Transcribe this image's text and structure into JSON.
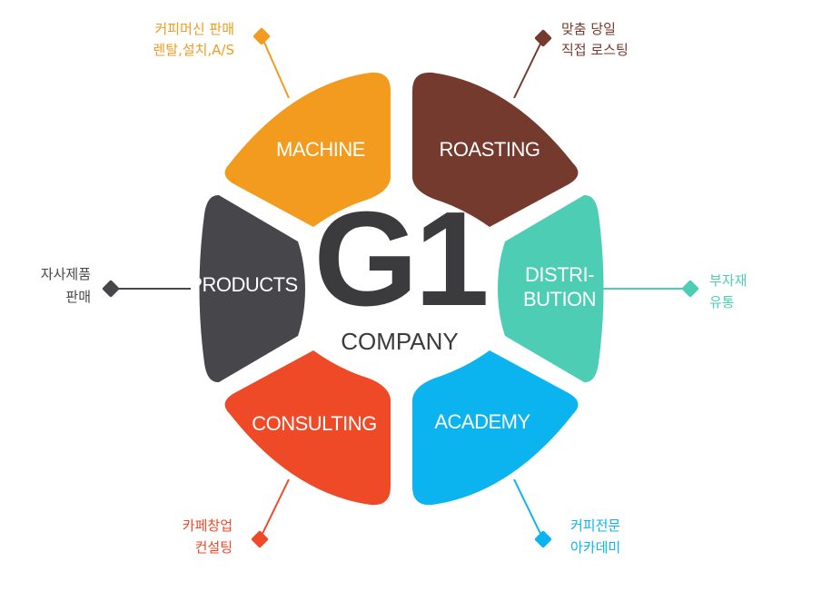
{
  "center": {
    "title": "G1",
    "subtitle": "COMPANY",
    "color": "#3b3b3d"
  },
  "segments": [
    {
      "id": "machine",
      "label": "MACHINE",
      "color": "#f29b1f",
      "notes": [
        "커피머신 판매",
        "렌탈,설치,A/S"
      ]
    },
    {
      "id": "roasting",
      "label": "ROASTING",
      "color": "#753a2e",
      "notes": [
        "맞춤 당일",
        "직접 로스팅"
      ]
    },
    {
      "id": "distribution",
      "label_lines": [
        "DISTRI-",
        "BUTION"
      ],
      "color": "#4ecdb5",
      "notes": [
        "부자재",
        "유통"
      ]
    },
    {
      "id": "academy",
      "label": "ACADEMY",
      "color": "#0bb4ee",
      "notes": [
        "커피전문",
        "아카데미"
      ]
    },
    {
      "id": "consulting",
      "label": "CONSULTING",
      "color": "#ee4a28",
      "notes": [
        "카페창업",
        "컨설팅"
      ]
    },
    {
      "id": "products",
      "label": "PRODUCTS",
      "color": "#47474b",
      "notes": [
        "자사제품",
        "판매"
      ]
    }
  ]
}
